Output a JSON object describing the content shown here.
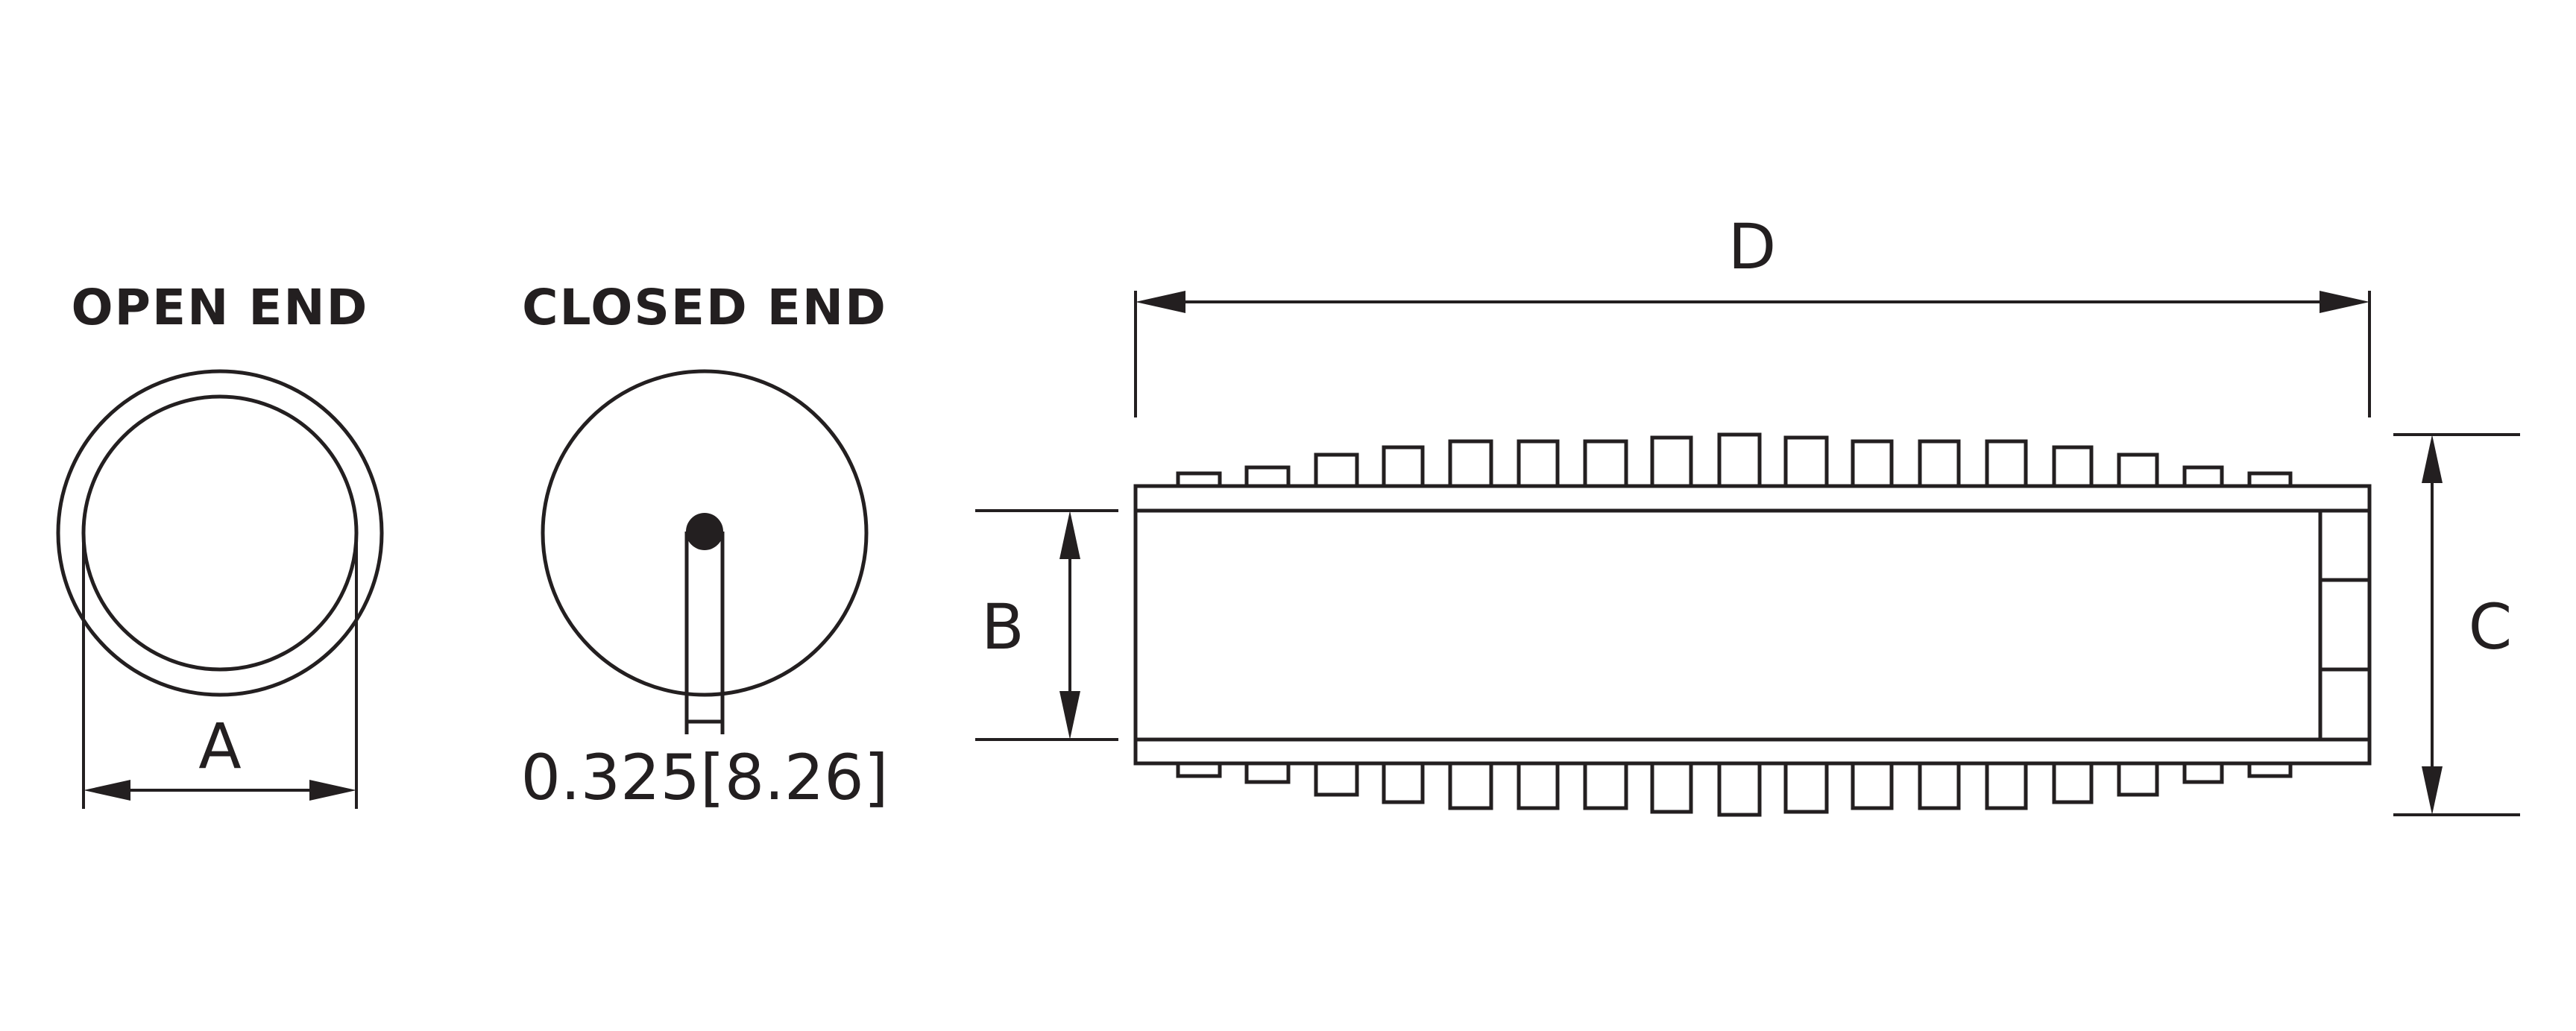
{
  "views": {
    "open_end": {
      "title": "OPEN END",
      "dimension_label": "A"
    },
    "closed_end": {
      "title": "CLOSED END",
      "slot_dimension": "0.325[8.26]"
    },
    "side": {
      "length_label": "D",
      "inner_label": "B",
      "outer_label": "C"
    }
  },
  "colors": {
    "line": "#231f20",
    "background": "#ffffff"
  }
}
